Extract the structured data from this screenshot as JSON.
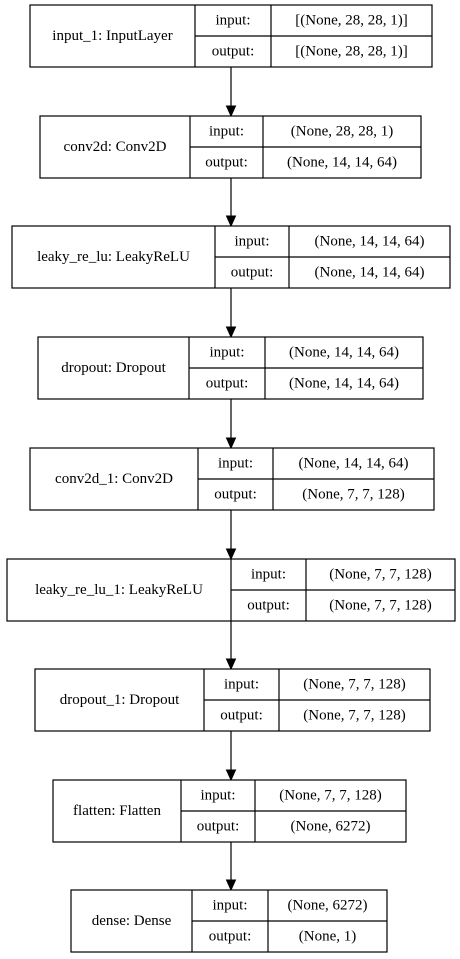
{
  "layers": [
    {
      "name": "input_1: InputLayer",
      "input_label": "input:",
      "input_value": "[(None, 28, 28, 1)]",
      "output_label": "output:",
      "output_value": "[(None, 28, 28, 1)]"
    },
    {
      "name": "conv2d: Conv2D",
      "input_label": "input:",
      "input_value": "(None, 28, 28, 1)",
      "output_label": "output:",
      "output_value": "(None, 14, 14, 64)"
    },
    {
      "name": "leaky_re_lu: LeakyReLU",
      "input_label": "input:",
      "input_value": "(None, 14, 14, 64)",
      "output_label": "output:",
      "output_value": "(None, 14, 14, 64)"
    },
    {
      "name": "dropout: Dropout",
      "input_label": "input:",
      "input_value": "(None, 14, 14, 64)",
      "output_label": "output:",
      "output_value": "(None, 14, 14, 64)"
    },
    {
      "name": "conv2d_1: Conv2D",
      "input_label": "input:",
      "input_value": "(None, 14, 14, 64)",
      "output_label": "output:",
      "output_value": "(None, 7, 7, 128)"
    },
    {
      "name": "leaky_re_lu_1: LeakyReLU",
      "input_label": "input:",
      "input_value": "(None, 7, 7, 128)",
      "output_label": "output:",
      "output_value": "(None, 7, 7, 128)"
    },
    {
      "name": "dropout_1: Dropout",
      "input_label": "input:",
      "input_value": "(None, 7, 7, 128)",
      "output_label": "output:",
      "output_value": "(None, 7, 7, 128)"
    },
    {
      "name": "flatten: Flatten",
      "input_label": "input:",
      "input_value": "(None, 7, 7, 128)",
      "output_label": "output:",
      "output_value": "(None, 6272)"
    },
    {
      "name": "dense: Dense",
      "input_label": "input:",
      "input_value": "(None, 6272)",
      "output_label": "output:",
      "output_value": "(None, 1)"
    }
  ]
}
